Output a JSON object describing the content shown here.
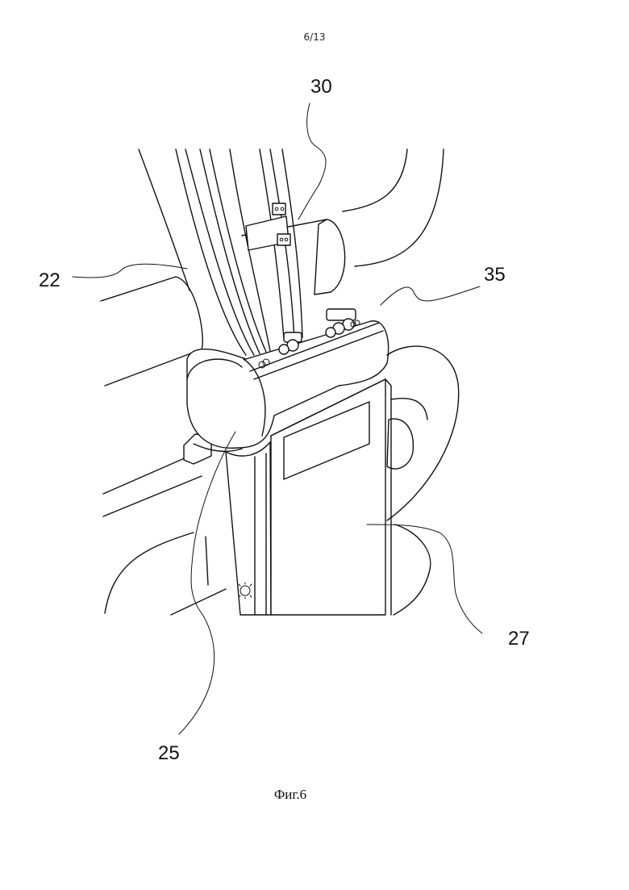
{
  "page_number": "6/13",
  "figure_caption": "Фиг.6",
  "reference_numerals": {
    "r22": "22",
    "r25": "25",
    "r27": "27",
    "r30": "30",
    "r35": "35"
  }
}
